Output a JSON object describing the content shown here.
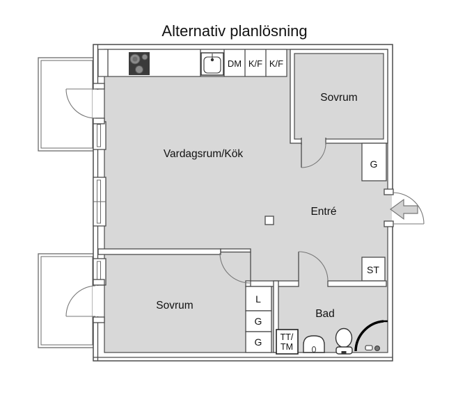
{
  "title": "Alternativ planlösning",
  "colors": {
    "background": "#ffffff",
    "floor": "#d8d8d8",
    "wall_line": "#4a4a4a",
    "door_arc": "#777777",
    "stove": "#3a3a3a",
    "burner": "#8a8a8a",
    "entry_arrow_fill": "#d2d2d2"
  },
  "rooms": {
    "living_kitchen": {
      "label": "Vardagsrum/Kök"
    },
    "bedroom_top": {
      "label": "Sovrum"
    },
    "bedroom_bottom": {
      "label": "Sovrum"
    },
    "entry": {
      "label": "Entré"
    },
    "bathroom": {
      "label": "Bad"
    }
  },
  "kitchen": {
    "dishwasher_label": "DM",
    "fridge_freezer_label_1": "K/F",
    "fridge_freezer_label_2": "K/F"
  },
  "closets": {
    "wardrobe_entry": "G",
    "storage": "ST",
    "linen": "L",
    "wardrobe_1": "G",
    "wardrobe_2": "G"
  },
  "laundry": {
    "line1": "TT/",
    "line2": "TM"
  }
}
